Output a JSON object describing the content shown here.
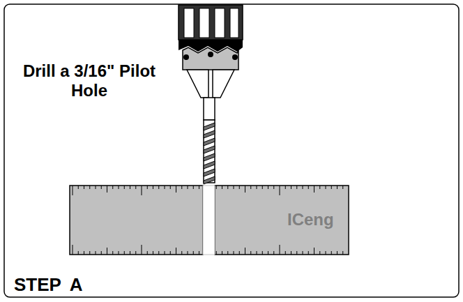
{
  "diagram": {
    "labels": [
      "Drill a 3/16\" Pilot Hole",
      "ICeng",
      "STEP A"
    ]
  }
}
